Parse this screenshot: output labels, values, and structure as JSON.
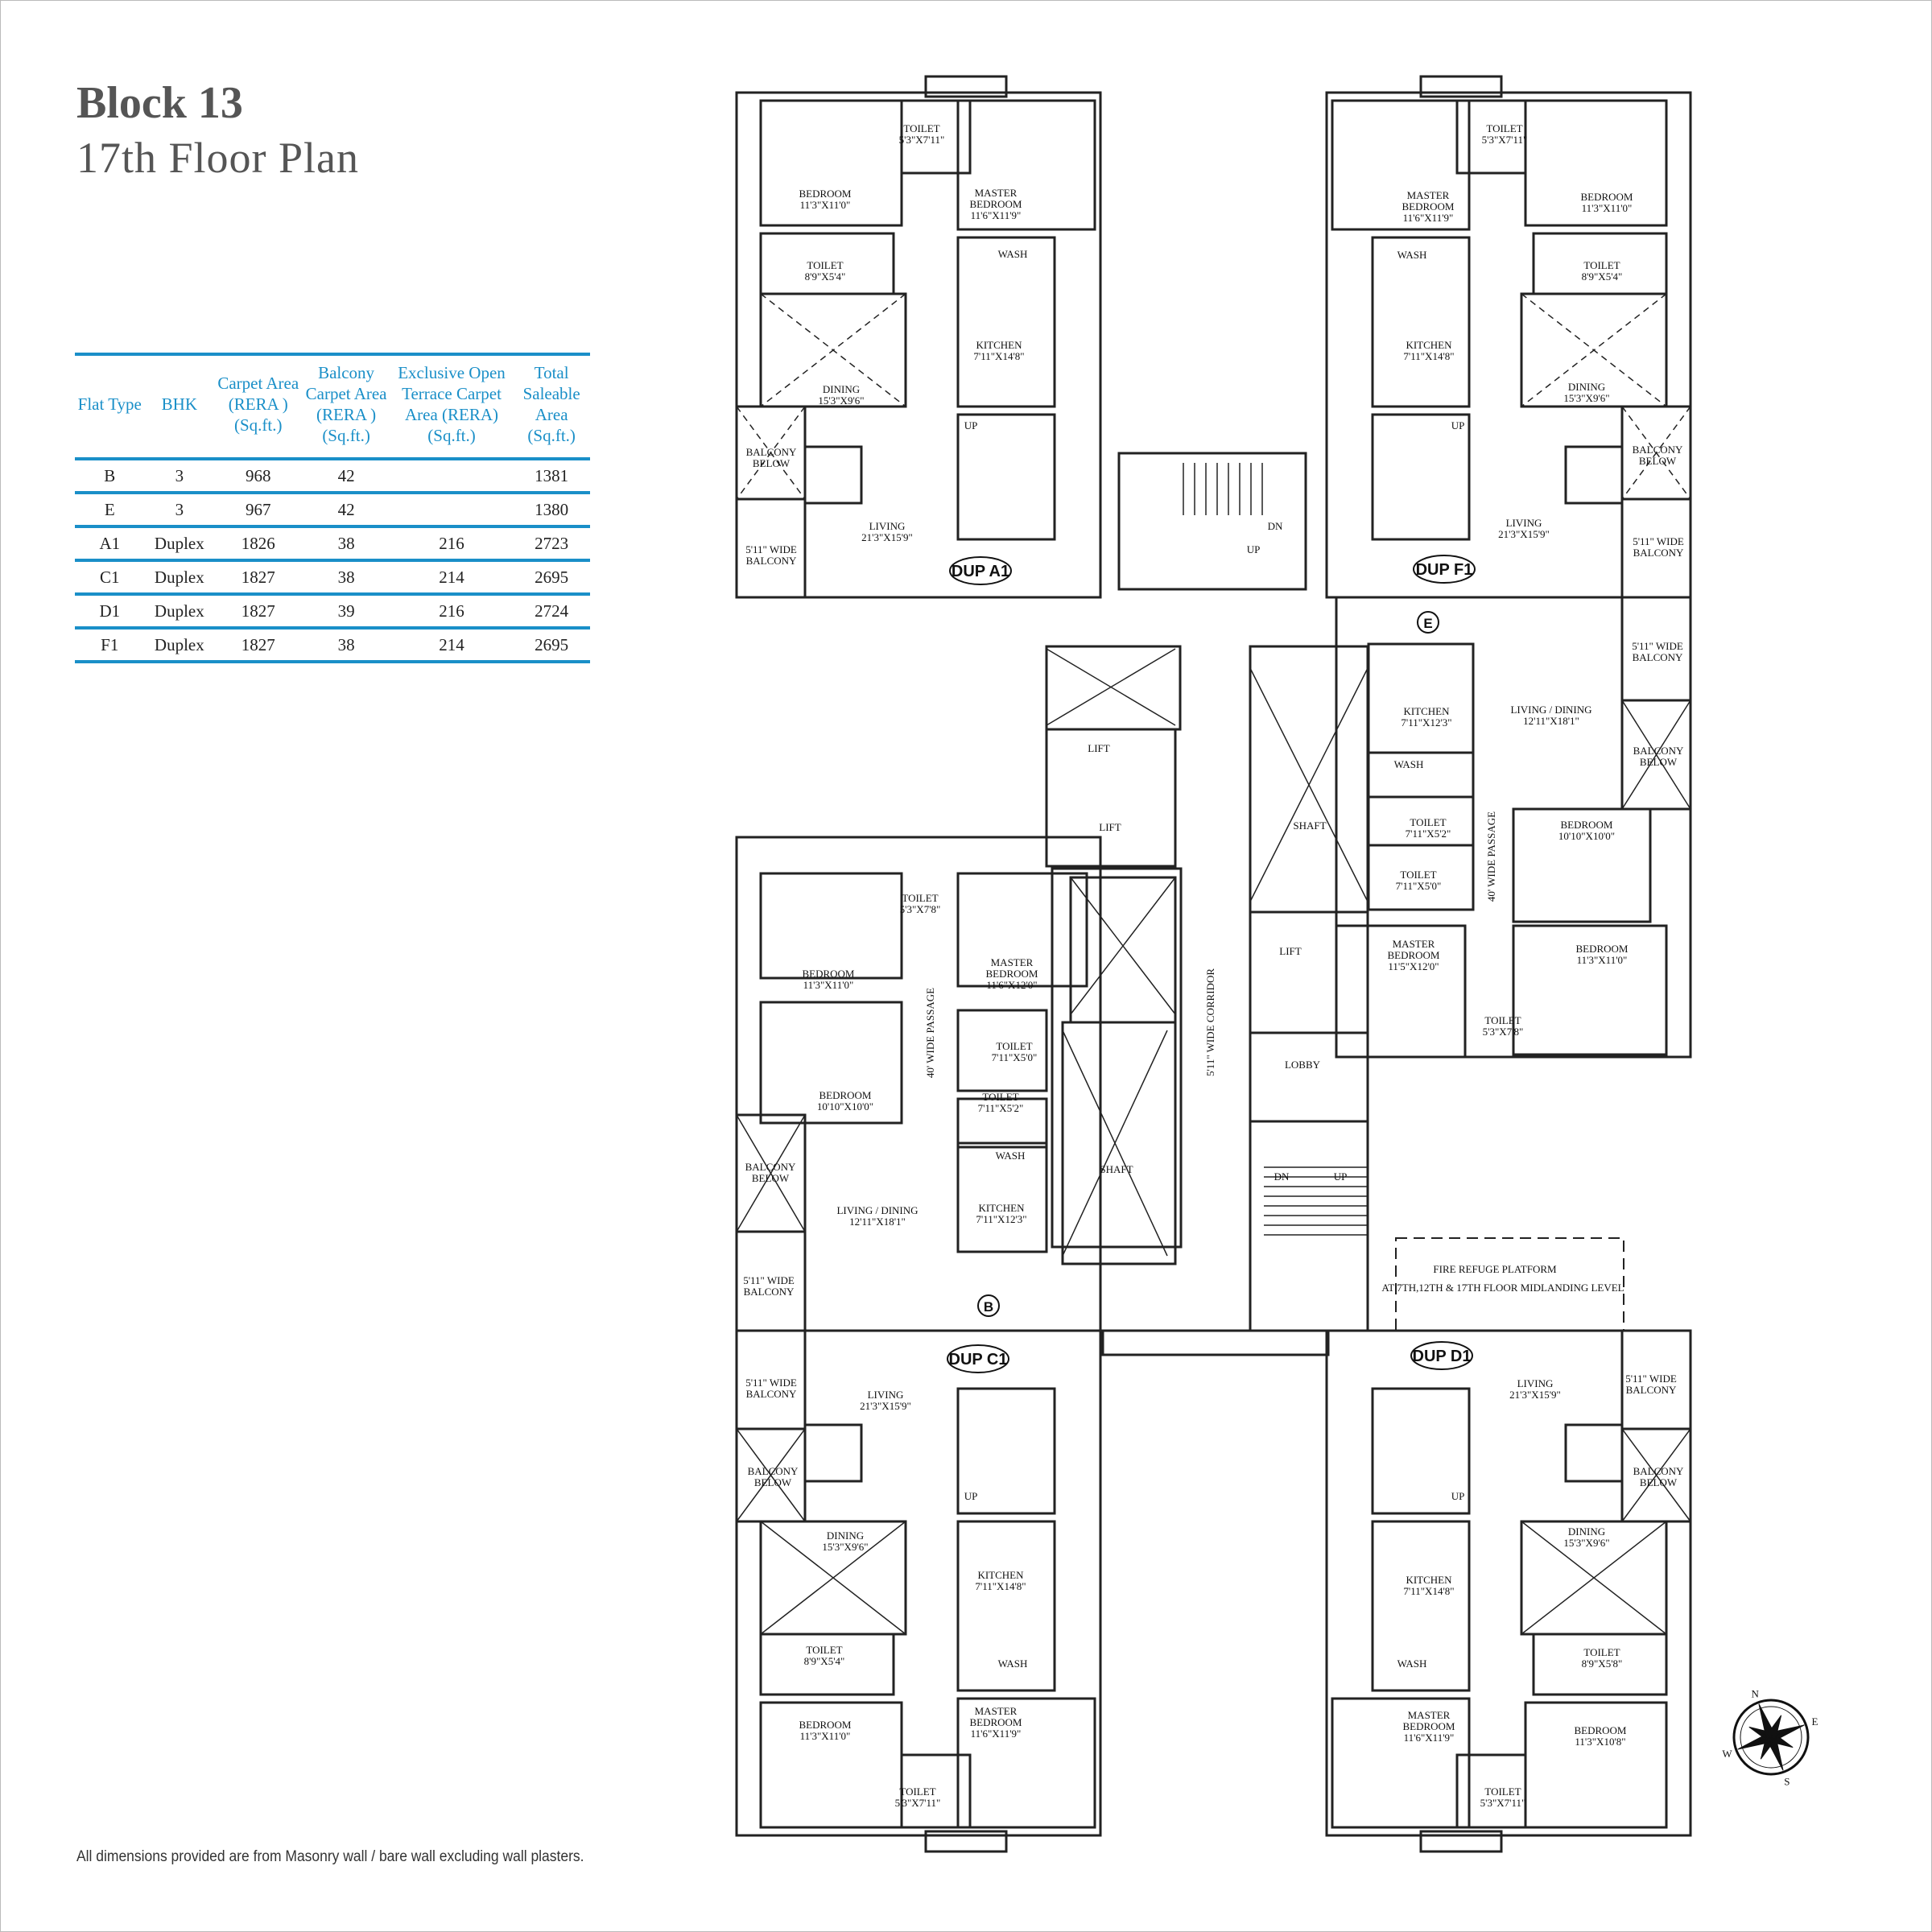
{
  "header": {
    "block": "Block 13",
    "floor": "17th Floor Plan"
  },
  "table": {
    "columns": [
      "Flat Type",
      "BHK",
      "Carpet Area (RERA ) (Sq.ft.)",
      "Balcony Carpet Area (RERA ) (Sq.ft.)",
      "Exclusive Open Terrace Carpet Area (RERA) (Sq.ft.)",
      "Total Saleable Area (Sq.ft.)"
    ],
    "rows": [
      [
        "B",
        "3",
        "968",
        "42",
        "",
        "1381"
      ],
      [
        "E",
        "3",
        "967",
        "42",
        "",
        "1380"
      ],
      [
        "A1",
        "Duplex",
        "1826",
        "38",
        "216",
        "2723"
      ],
      [
        "C1",
        "Duplex",
        "1827",
        "38",
        "214",
        "2695"
      ],
      [
        "D1",
        "Duplex",
        "1827",
        "39",
        "216",
        "2724"
      ],
      [
        "F1",
        "Duplex",
        "1827",
        "38",
        "214",
        "2695"
      ]
    ]
  },
  "footnote": "All dimensions provided are from Masonry wall / bare wall excluding wall plasters.",
  "plan": {
    "unit_tags": [
      "DUP A1",
      "DUP F1",
      "E",
      "B",
      "DUP C1",
      "DUP D1"
    ],
    "labels": [
      [
        "TOILET",
        "5'3\"X7'11\""
      ],
      [
        "BEDROOM",
        "11'3\"X11'0\""
      ],
      [
        "MASTER",
        "BEDROOM",
        "11'6\"X11'9\""
      ],
      [
        "TOILET",
        "8'9\"X5'4\""
      ],
      [
        "WASH"
      ],
      [
        "KITCHEN",
        "7'11\"X14'8\""
      ],
      [
        "DINING",
        "15'3\"X9'6\""
      ],
      [
        "BALCONY",
        "BELOW"
      ],
      [
        "LIVING",
        "21'3\"X15'9\""
      ],
      [
        "5'11\" WIDE",
        "BALCONY"
      ],
      [
        "UP"
      ],
      [
        "TOILET",
        "5'3\"X7'11\""
      ],
      [
        "MASTER",
        "BEDROOM",
        "11'6\"X11'9\""
      ],
      [
        "BEDROOM",
        "11'3\"X11'0\""
      ],
      [
        "WASH"
      ],
      [
        "TOILET",
        "8'9\"X5'4\""
      ],
      [
        "KITCHEN",
        "7'11\"X14'8\""
      ],
      [
        "DINING",
        "15'3\"X9'6\""
      ],
      [
        "BALCONY",
        "BELOW"
      ],
      [
        "LIVING",
        "21'3\"X15'9\""
      ],
      [
        "5'11\" WIDE",
        "BALCONY"
      ],
      [
        "UP"
      ],
      [
        "DN"
      ],
      [
        "UP"
      ],
      [
        "5'11\" WIDE",
        "BALCONY"
      ],
      [
        "KITCHEN",
        "7'11\"X12'3\""
      ],
      [
        "LIVING / DINING",
        "12'11\"X18'1\""
      ],
      [
        "BALCONY",
        "BELOW"
      ],
      [
        "WASH"
      ],
      [
        "TOILET",
        "7'11\"X5'2\""
      ],
      [
        "BEDROOM",
        "10'10\"X10'0\""
      ],
      [
        "TOILET",
        "7'11\"X5'0\""
      ],
      [
        "MASTER",
        "BEDROOM",
        "11'5\"X12'0\""
      ],
      [
        "BEDROOM",
        "11'3\"X11'0\""
      ],
      [
        "TOILET",
        "5'3\"X7'8\""
      ],
      [
        "LIFT"
      ],
      [
        "LIFT"
      ],
      [
        "SHAFT"
      ],
      [
        "LIFT"
      ],
      [
        "LOBBY"
      ],
      [
        "SHAFT"
      ],
      [
        "DN"
      ],
      [
        "UP"
      ],
      [
        "FIRE REFUGE PLATFORM"
      ],
      [
        "AT 7TH,12TH & 17TH FLOOR MIDLANDING LEVEL"
      ],
      [
        "TOILET",
        "5'3\"X7'8\""
      ],
      [
        "BEDROOM",
        "11'3\"X11'0\""
      ],
      [
        "MASTER",
        "BEDROOM",
        "11'6\"X12'0\""
      ],
      [
        "TOILET",
        "7'11\"X5'0\""
      ],
      [
        "BEDROOM",
        "10'10\"X10'0\""
      ],
      [
        "TOILET",
        "7'11\"X5'2\""
      ],
      [
        "WASH"
      ],
      [
        "BALCONY",
        "BELOW"
      ],
      [
        "LIVING / DINING",
        "12'11\"X18'1\""
      ],
      [
        "KITCHEN",
        "7'11\"X12'3\""
      ],
      [
        "5'11\" WIDE",
        "BALCONY"
      ],
      [
        "5'11\" WIDE",
        "BALCONY"
      ],
      [
        "LIVING",
        "21'3\"X15'9\""
      ],
      [
        "BALCONY",
        "BELOW"
      ],
      [
        "UP"
      ],
      [
        "DINING",
        "15'3\"X9'6\""
      ],
      [
        "KITCHEN",
        "7'11\"X14'8\""
      ],
      [
        "TOILET",
        "8'9\"X5'4\""
      ],
      [
        "WASH"
      ],
      [
        "BEDROOM",
        "11'3\"X11'0\""
      ],
      [
        "MASTER",
        "BEDROOM",
        "11'6\"X11'9\""
      ],
      [
        "TOILET",
        "5'3\"X7'11\""
      ],
      [
        "LIVING",
        "21'3\"X15'9\""
      ],
      [
        "5'11\" WIDE",
        "BALCONY"
      ],
      [
        "BALCONY",
        "BELOW"
      ],
      [
        "UP"
      ],
      [
        "DINING",
        "15'3\"X9'6\""
      ],
      [
        "KITCHEN",
        "7'11\"X14'8\""
      ],
      [
        "TOILET",
        "8'9\"X5'8\""
      ],
      [
        "WASH"
      ],
      [
        "MASTER",
        "BEDROOM",
        "11'6\"X11'9\""
      ],
      [
        "BEDROOM",
        "11'3\"X10'8\""
      ],
      [
        "TOILET",
        "5'3\"X7'11\""
      ]
    ],
    "vertical_labels": [
      "5'11\" WIDE CORRIDOR",
      "40' WIDE PASSAGE",
      "40' WIDE PASSAGE"
    ],
    "compass_letters": [
      "N",
      "E",
      "S",
      "W"
    ]
  }
}
